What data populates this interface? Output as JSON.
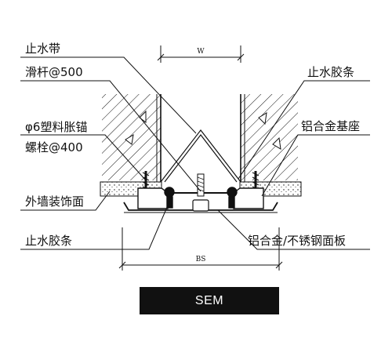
{
  "title": "SEM",
  "labels": {
    "waterstop_band": "止水带",
    "slide_rod": "滑杆@500",
    "anchor_line1": "φ6塑料胀锚",
    "anchor_line2": "螺栓@400",
    "wall_finish": "外墙装饰面",
    "rubber_strip_left": "止水胶条",
    "rubber_strip_right": "止水胶条",
    "alu_base": "铝合金基座",
    "cover_plate": "铝合金/不锈钢面板"
  },
  "dimensions": {
    "joint_width": "W",
    "total_width": "BS"
  },
  "colors": {
    "ink": "#111111",
    "title_bg": "#111111",
    "title_fg": "#ffffff"
  }
}
